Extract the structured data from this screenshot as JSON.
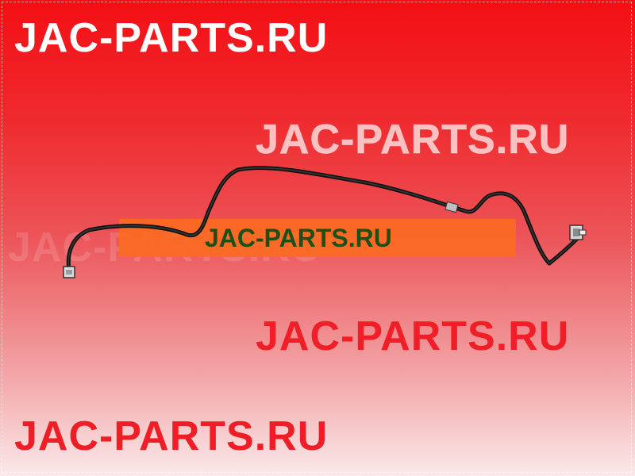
{
  "watermarks": {
    "top": "JAC-PARTS.RU",
    "upper_right": "JAC-PARTS.RU",
    "middle_faded": "JAC-PARTS.RU",
    "lower_right": "JAC-PARTS.RU",
    "bottom": "JAC-PARTS.RU"
  },
  "banner": {
    "text": "JAC-PARTS.RU"
  },
  "subject": {
    "icon": "brake-pipe-icon"
  },
  "colors": {
    "background_top": "#f30f14",
    "background_bottom": "#fbe9ea",
    "banner": "#fb6a22",
    "banner_text": "#1c5016",
    "pipe": "#1a1a1a"
  }
}
